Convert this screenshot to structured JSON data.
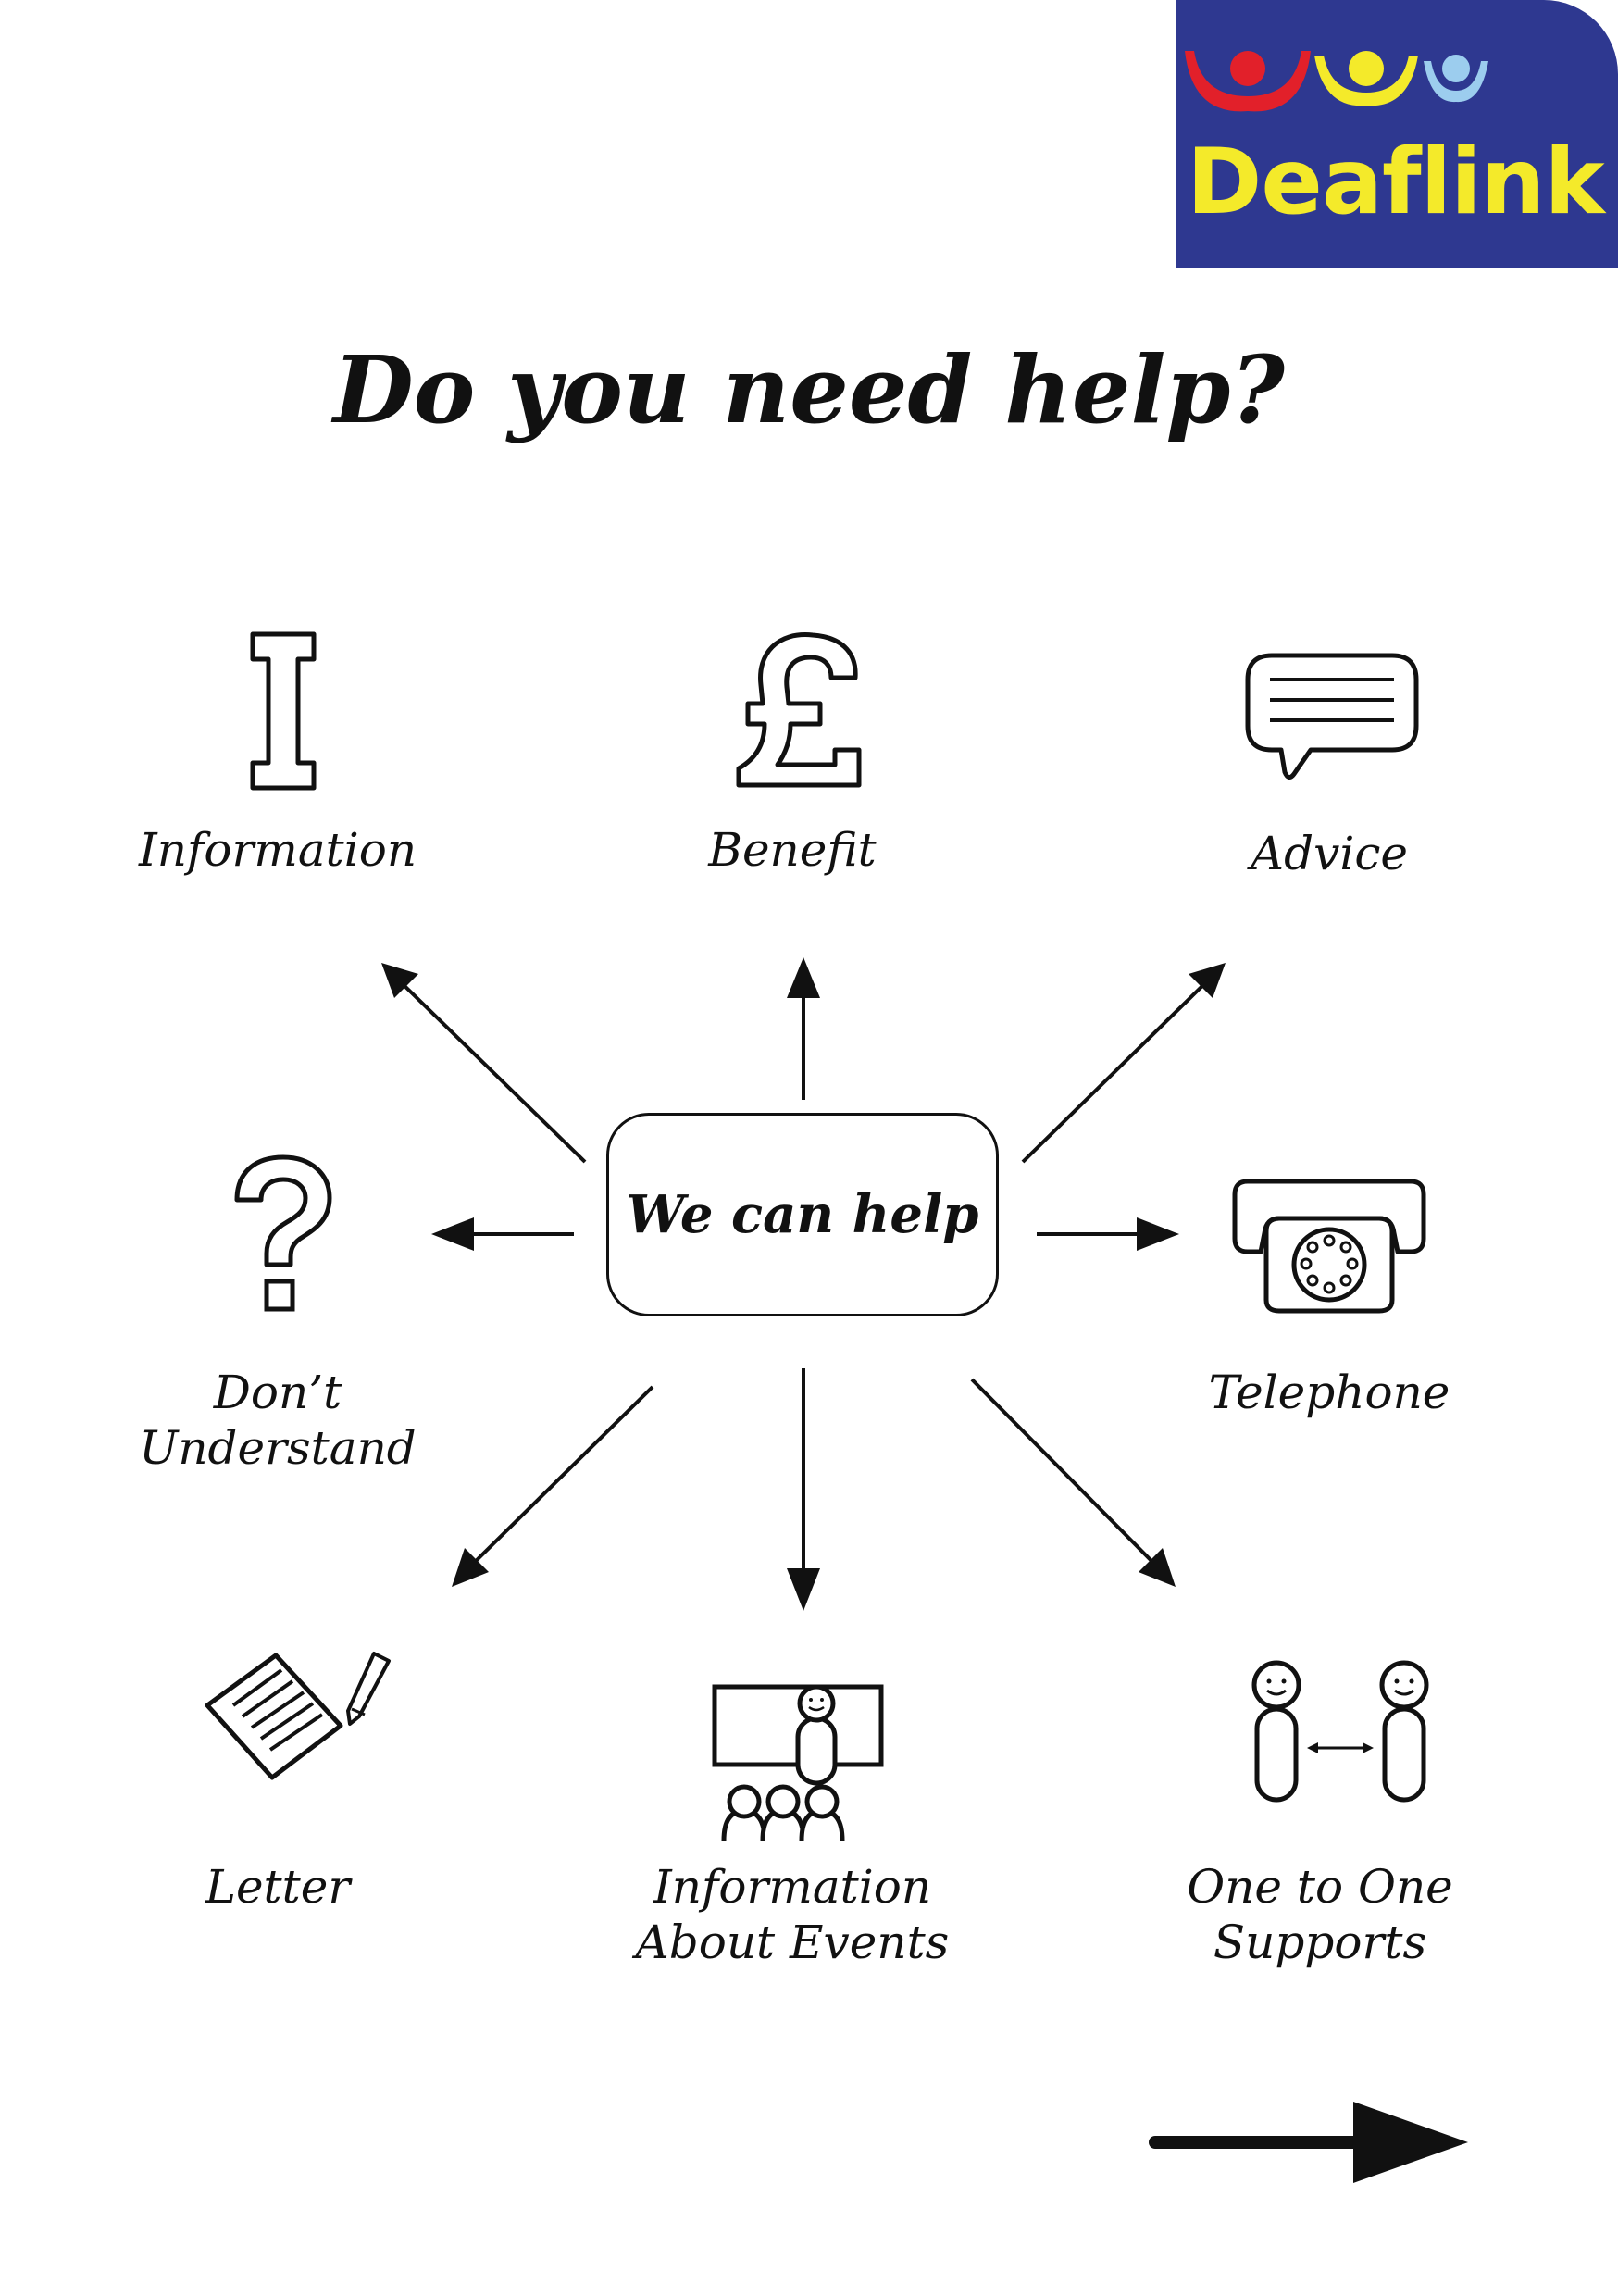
{
  "logo": {
    "text": "Deaflink"
  },
  "title": "Do you need help?",
  "center": {
    "label": "We can help"
  },
  "items": {
    "information": "Information",
    "benefit": "Benefit",
    "advice": "Advice",
    "dont_understand_1": "Don’t",
    "dont_understand_2": "Understand",
    "telephone": "Telephone",
    "letter": "Letter",
    "events_1": "Information",
    "events_2": "About Events",
    "one_to_one_1": "One to One",
    "one_to_one_2": "Supports"
  },
  "icons": {
    "information": "letter-i-icon",
    "benefit": "pound-sign-icon",
    "advice": "speech-bubble-icon",
    "dont_understand": "question-mark-icon",
    "telephone": "rotary-telephone-icon",
    "letter": "letter-with-pen-icon",
    "events": "presentation-audience-icon",
    "one_to_one": "two-people-icon",
    "next": "next-page-arrow-icon"
  },
  "colors": {
    "logo_background": "#2e3890",
    "logo_text": "#f4ea2a",
    "figure_red": "#e2202a",
    "figure_yellow": "#f4ea2a",
    "figure_light_blue": "#9ccdee",
    "ink": "#111111"
  }
}
